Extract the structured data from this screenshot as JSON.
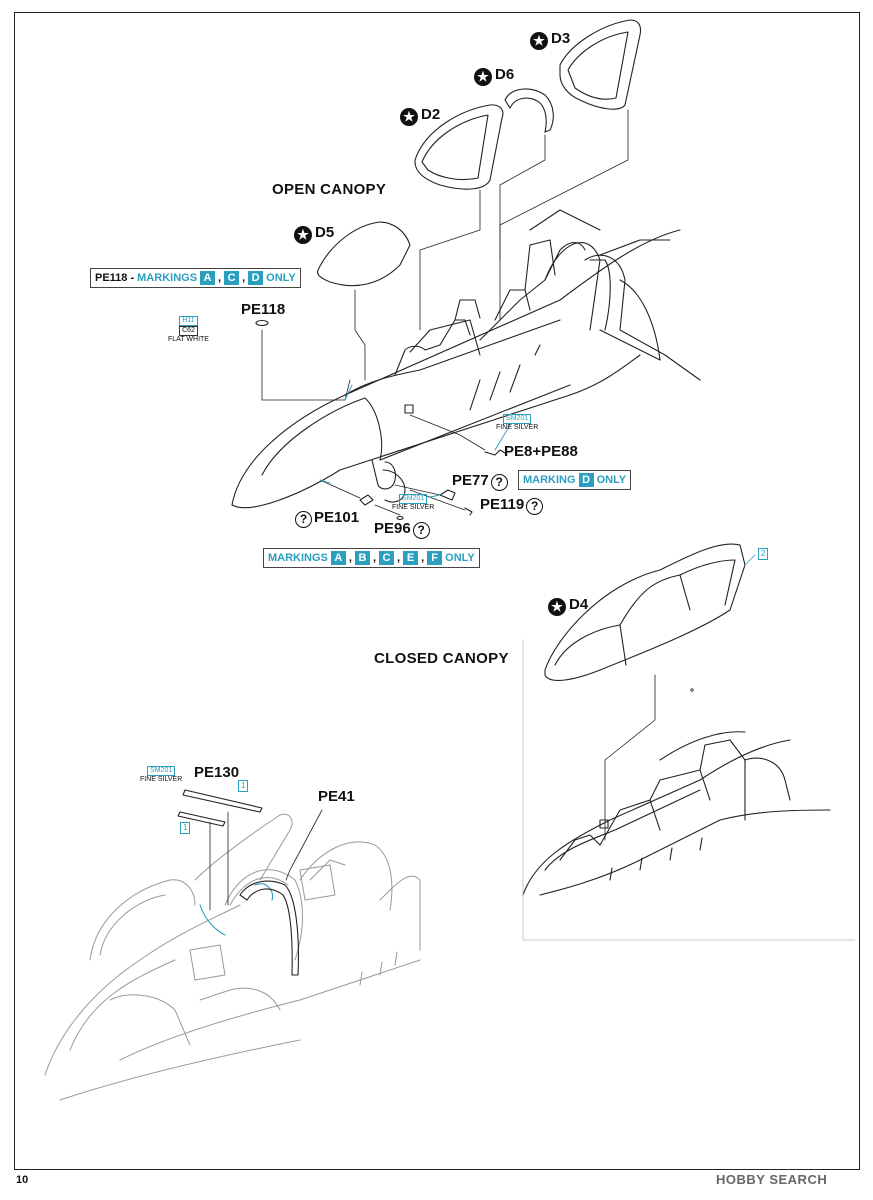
{
  "sections": {
    "open": "OPEN CANOPY",
    "closed": "CLOSED CANOPY"
  },
  "parts": {
    "d3": "D3",
    "d6": "D6",
    "d2": "D2",
    "d5": "D5",
    "d4": "D4",
    "pe118": "PE118",
    "pe8": "PE8+PE88",
    "pe77": "PE77",
    "pe119": "PE119",
    "pe101": "PE101",
    "pe96": "PE96",
    "pe130": "PE130",
    "pe41": "PE41"
  },
  "banners": {
    "pe118": {
      "prefix": "PE118 - ",
      "word": "MARKINGS",
      "letters": [
        "A",
        "C",
        "D"
      ],
      "suffix": "ONLY"
    },
    "markingD": {
      "word": "MARKING",
      "letters": [
        "D"
      ],
      "suffix": "ONLY"
    },
    "markingsAll": {
      "word": "MARKINGS",
      "letters": [
        "A",
        "B",
        "C",
        "E",
        "F"
      ],
      "suffix": "ONLY"
    }
  },
  "paints": {
    "h11": "H11",
    "c62": "C62",
    "flatWhite": "FLAT WHITE",
    "sm201": "SM201",
    "fineSilver": "FINE SILVER"
  },
  "stepNumbers": {
    "one": "1",
    "two": "2"
  },
  "symbols": {
    "question": "?",
    "star": "★"
  },
  "pageNumber": "10",
  "watermark": "HOBBY SEARCH",
  "colors": {
    "accent": "#2a9fc0",
    "line": "#222222",
    "ghost": "#9a9a9a"
  }
}
